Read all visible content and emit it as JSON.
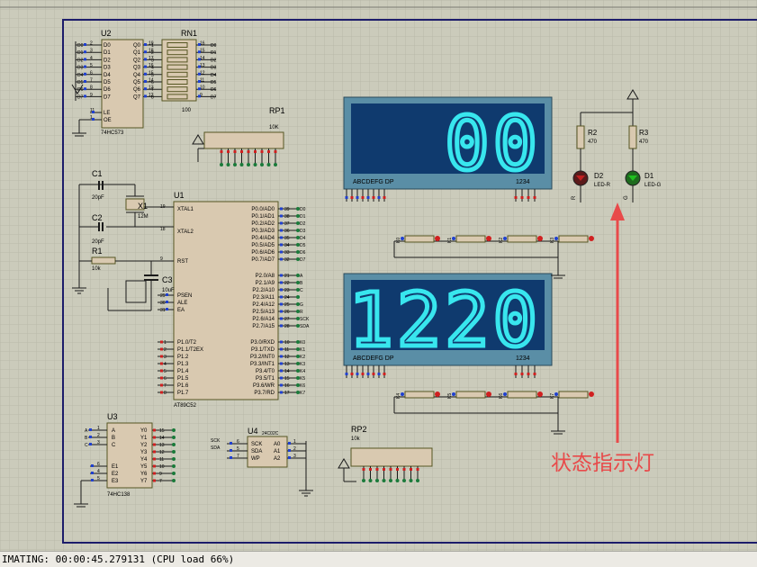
{
  "statusbar": {
    "text": "IMATING: 00:00:45.279131 (CPU load 66%)"
  },
  "annotation": {
    "text": "状态指示灯",
    "color": "#e84040"
  },
  "colors": {
    "sheet": "#c8c8b8",
    "grid": "#b8b8a8",
    "frame": "#202070",
    "chip": "#d8c8b0",
    "display_bg": "#1e6080",
    "segment": "#30e8f0",
    "wire": "#1a1a1a",
    "pin_red": "#d02020",
    "pin_blue": "#2040d0"
  },
  "u2": {
    "ref": "U2",
    "part": "74HC573",
    "left_pins": [
      "D0",
      "D1",
      "D2",
      "D3",
      "D4",
      "D5",
      "D6",
      "D7"
    ],
    "right_pins": [
      "Q0",
      "Q1",
      "Q2",
      "Q3",
      "Q4",
      "Q5",
      "Q6",
      "Q7"
    ],
    "le": "LE",
    "oe": "OE",
    "pin_nums_left": [
      "2",
      "3",
      "4",
      "5",
      "6",
      "7",
      "8",
      "9"
    ],
    "pin_nums_right": [
      "19",
      "18",
      "17",
      "16",
      "15",
      "14",
      "13",
      "12"
    ],
    "net_left": [
      "D0",
      "D1",
      "D2",
      "D3",
      "D4",
      "D5",
      "D6",
      "D7"
    ],
    "le_num": "11",
    "oe_num": "1"
  },
  "rn1": {
    "ref": "RN1",
    "value": "100",
    "left_nums": [
      "1",
      "2",
      "3",
      "4",
      "5",
      "6",
      "7",
      "8"
    ],
    "right_nums": [
      "16",
      "15",
      "14",
      "13",
      "12",
      "11",
      "10",
      "9"
    ],
    "right_nets": [
      "D0",
      "D1",
      "D2",
      "D3",
      "D4",
      "D5",
      "D6",
      "D7"
    ]
  },
  "rp1": {
    "ref": "RP1",
    "value": "10K"
  },
  "rp2": {
    "ref": "RP2",
    "value": "10k"
  },
  "display1": {
    "digits": "00",
    "seg_labels": "ABCDEFG  DP",
    "digit_labels": "1234"
  },
  "display2": {
    "digits": "1220",
    "seg_labels": "ABCDEFG  DP",
    "digit_labels": "1234"
  },
  "u1": {
    "ref": "U1",
    "part": "AT89C52",
    "left_top": [
      {
        "num": "19",
        "name": "XTAL1"
      },
      {
        "num": "18",
        "name": "XTAL2"
      },
      {
        "num": "9",
        "name": "RST"
      }
    ],
    "left_mid": [
      {
        "num": "29",
        "name": "PSEN"
      },
      {
        "num": "30",
        "name": "ALE"
      },
      {
        "num": "31",
        "name": "EA"
      }
    ],
    "left_bot": [
      {
        "num": "1",
        "name": "P1.0/T2"
      },
      {
        "num": "2",
        "name": "P1.1/T2EX"
      },
      {
        "num": "3",
        "name": "P1.2"
      },
      {
        "num": "4",
        "name": "P1.3"
      },
      {
        "num": "5",
        "name": "P1.4"
      },
      {
        "num": "6",
        "name": "P1.5"
      },
      {
        "num": "7",
        "name": "P1.6"
      },
      {
        "num": "8",
        "name": "P1.7"
      }
    ],
    "right_p0": [
      {
        "num": "39",
        "name": "P0.0/AD0",
        "net": "D0"
      },
      {
        "num": "38",
        "name": "P0.1/AD1",
        "net": "D1"
      },
      {
        "num": "37",
        "name": "P0.2/AD2",
        "net": "D2"
      },
      {
        "num": "36",
        "name": "P0.3/AD3",
        "net": "D3"
      },
      {
        "num": "35",
        "name": "P0.4/AD4",
        "net": "D4"
      },
      {
        "num": "34",
        "name": "P0.5/AD5",
        "net": "D5"
      },
      {
        "num": "33",
        "name": "P0.6/AD6",
        "net": "D6"
      },
      {
        "num": "32",
        "name": "P0.7/AD7",
        "net": "D7"
      }
    ],
    "right_p2": [
      {
        "num": "21",
        "name": "P2.0/A8",
        "net": "A"
      },
      {
        "num": "22",
        "name": "P2.1/A9",
        "net": "B"
      },
      {
        "num": "23",
        "name": "P2.2/A10",
        "net": "C"
      },
      {
        "num": "24",
        "name": "P2.3/A11",
        "net": ""
      },
      {
        "num": "25",
        "name": "P2.4/A12",
        "net": "G"
      },
      {
        "num": "26",
        "name": "P2.5/A13",
        "net": "R"
      },
      {
        "num": "27",
        "name": "P2.6/A14",
        "net": "SCK"
      },
      {
        "num": "28",
        "name": "P2.7/A15",
        "net": "SDA"
      }
    ],
    "right_p3": [
      {
        "num": "10",
        "name": "P3.0/RXD",
        "net": "K0"
      },
      {
        "num": "11",
        "name": "P3.1/TXD",
        "net": "K1"
      },
      {
        "num": "12",
        "name": "P3.2/INT0",
        "net": "K2"
      },
      {
        "num": "13",
        "name": "P3.3/INT1",
        "net": "K3"
      },
      {
        "num": "14",
        "name": "P3.4/T0",
        "net": "K4"
      },
      {
        "num": "15",
        "name": "P3.5/T1",
        "net": "K5"
      },
      {
        "num": "16",
        "name": "P3.6/WR",
        "net": "K6"
      },
      {
        "num": "17",
        "name": "P3.7/RD",
        "net": "K7"
      }
    ]
  },
  "x1": {
    "ref": "X1",
    "value": "12M"
  },
  "c1": {
    "ref": "C1",
    "value": "20pF"
  },
  "c2": {
    "ref": "C2",
    "value": "20pF"
  },
  "c3": {
    "ref": "C3",
    "value": "10uF"
  },
  "r1": {
    "ref": "R1",
    "value": "10k"
  },
  "r2": {
    "ref": "R2",
    "value": "470"
  },
  "r3": {
    "ref": "R3",
    "value": "470"
  },
  "d2": {
    "ref": "D2",
    "value": "LED-R",
    "net": "R"
  },
  "d1": {
    "ref": "D1",
    "value": "LED-G",
    "net": "G"
  },
  "u3": {
    "ref": "U3",
    "part": "74HC138",
    "in_left": [
      "A",
      "B",
      "C"
    ],
    "in_nums": [
      "1",
      "2",
      "3"
    ],
    "en_left": [
      "E1",
      "E2",
      "E3"
    ],
    "en_nums": [
      "6",
      "4",
      "5"
    ],
    "outs": [
      "Y0",
      "Y1",
      "Y2",
      "Y3",
      "Y4",
      "Y5",
      "Y6",
      "Y7"
    ],
    "out_nums": [
      "15",
      "14",
      "13",
      "12",
      "11",
      "10",
      "9",
      "7"
    ]
  },
  "u4": {
    "ref": "U4",
    "part": "24C02C",
    "left": [
      "SCK",
      "SDA",
      "WP"
    ],
    "left_nums": [
      "6",
      "5",
      "7"
    ],
    "right": [
      "A0",
      "A1",
      "A2"
    ],
    "right_nums": [
      "1",
      "2",
      "3"
    ],
    "nets": [
      "SCK",
      "SDA"
    ]
  },
  "keys1": [
    "K0",
    "K1",
    "K2",
    "K3"
  ],
  "keys2": [
    "K4",
    "K5",
    "K6",
    "K7"
  ]
}
